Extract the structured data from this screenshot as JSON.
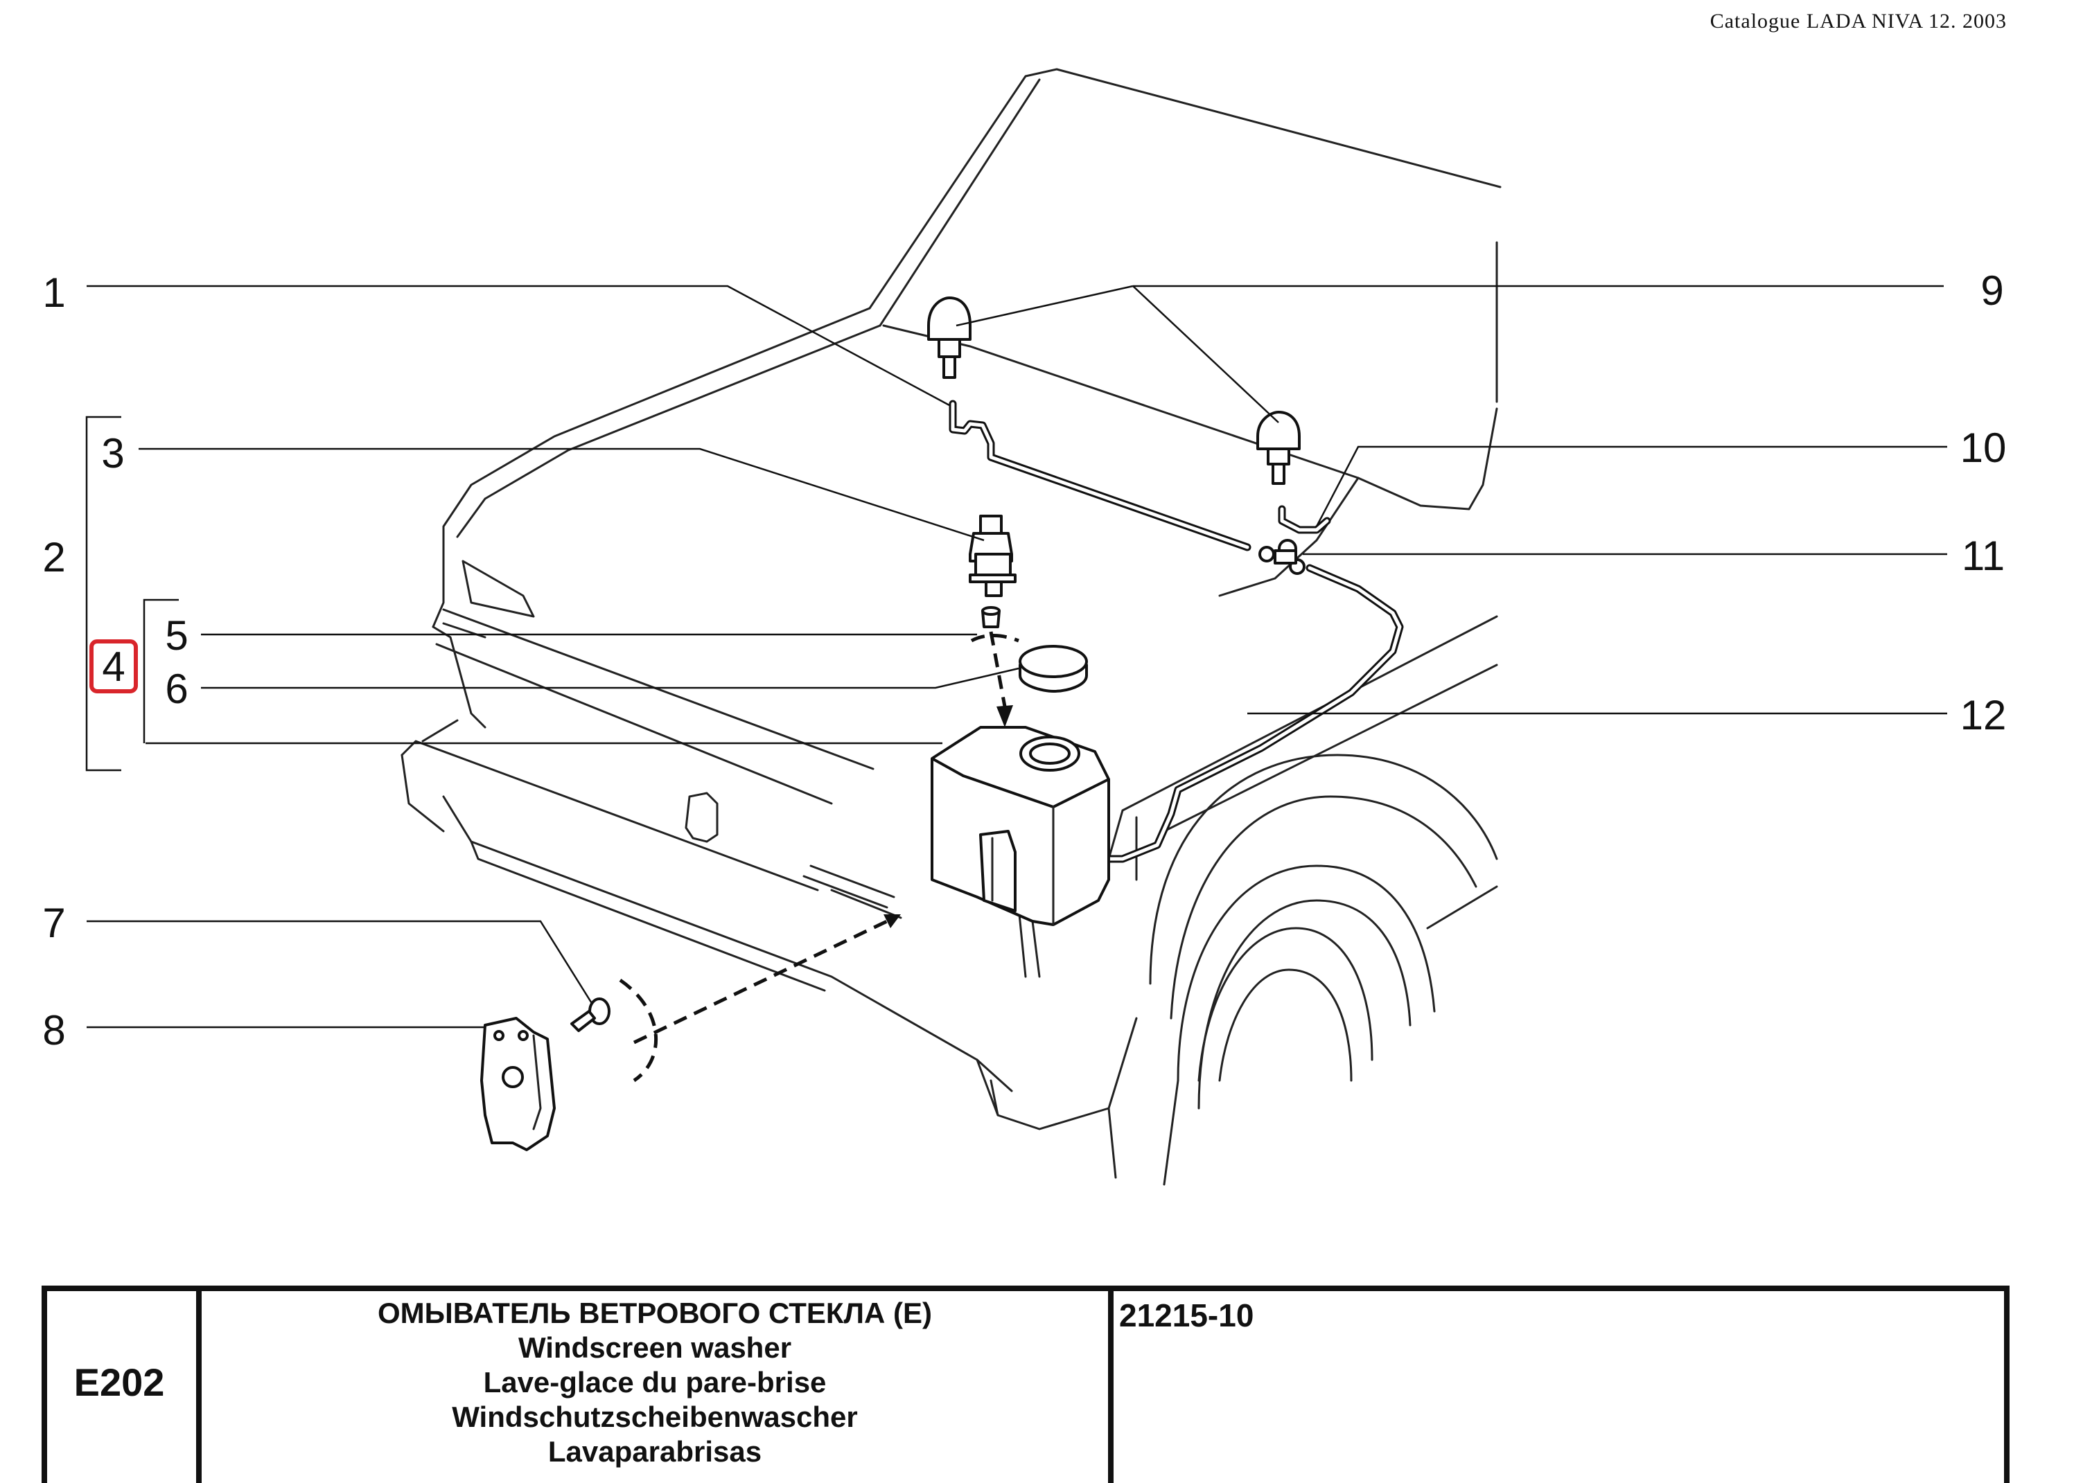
{
  "header": {
    "catalogue": "Catalogue LADA NIVA 12. 2003"
  },
  "callouts": {
    "c1": "1",
    "c2": "2",
    "c3": "3",
    "c4": "4",
    "c5": "5",
    "c6": "6",
    "c7": "7",
    "c8": "8",
    "c9": "9",
    "c10": "10",
    "c11": "11",
    "c12": "12"
  },
  "title_block": {
    "code": "E202",
    "title_ru": "ОМЫВАТЕЛЬ ВЕТРОВОГО СТЕКЛА (Е)",
    "title_en": "Windscreen washer",
    "title_fr": "Lave-glace du pare-brise",
    "title_de": "Windschutzscheibenwascher",
    "title_es": "Lavaparabrisas",
    "model": "21215-10"
  },
  "colors": {
    "highlight": "#d9252b",
    "ink": "#111111"
  }
}
